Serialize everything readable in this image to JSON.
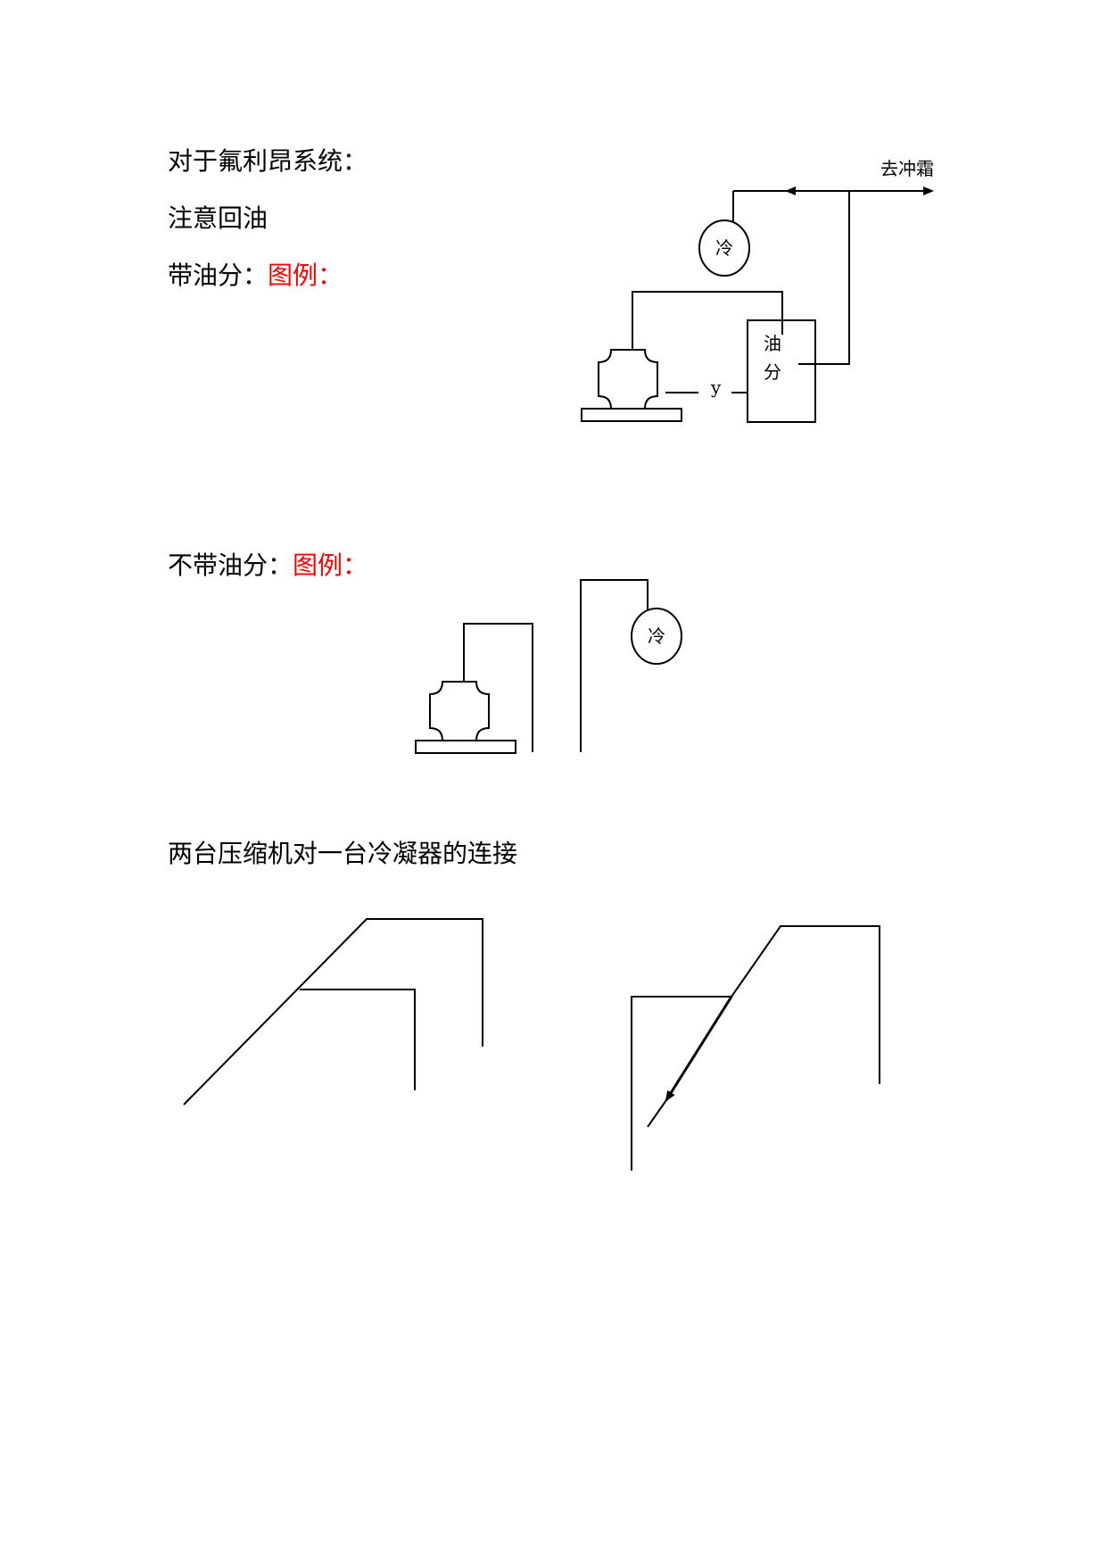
{
  "heading": {
    "freon_system": "对于氟利昂系统：",
    "oil_return_note": "注意回油"
  },
  "section_with_separator": {
    "label": "带油分：",
    "legend_label": "图例："
  },
  "section_without_separator": {
    "label": "不带油分：",
    "legend_label": "图例："
  },
  "section_two_compressors": {
    "title": "两台压缩机对一台冷凝器的连接"
  },
  "diagram1": {
    "defrost_label": "去冲霜",
    "condenser_label": "冷",
    "separator_label_top": "油",
    "separator_label_bottom": "分",
    "y_label": "y"
  },
  "diagram2": {
    "condenser_label": "冷"
  },
  "colors": {
    "legend_text": "#ff0000",
    "text": "#000000"
  }
}
